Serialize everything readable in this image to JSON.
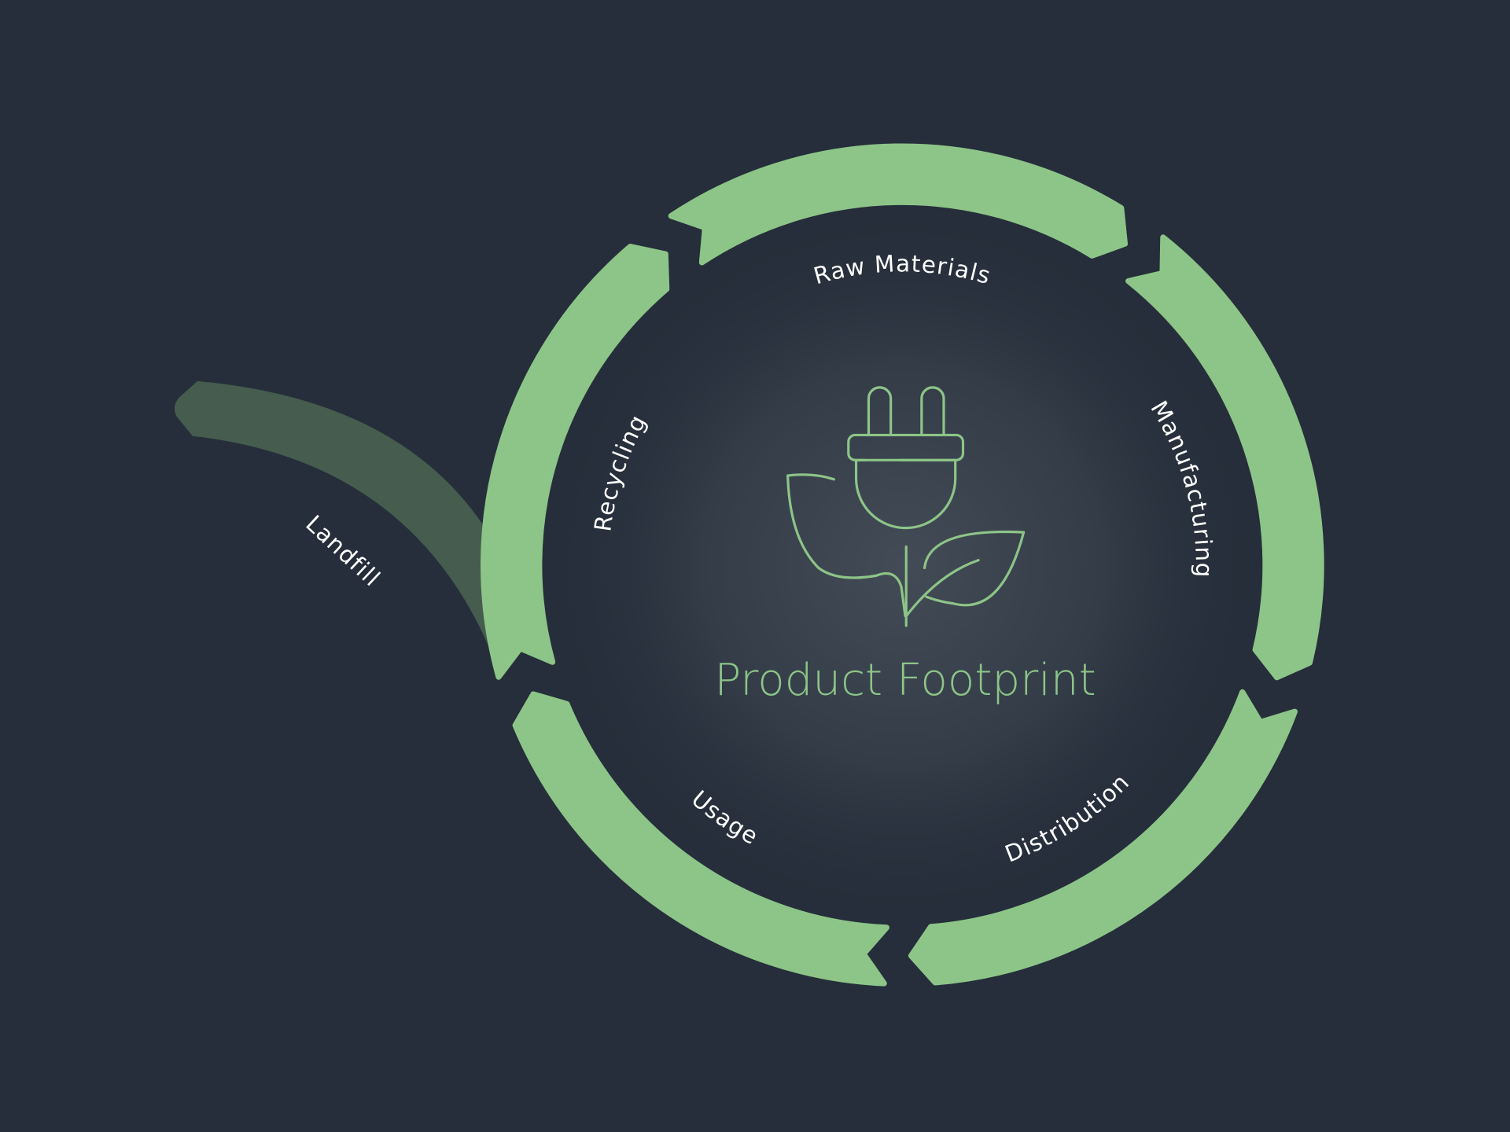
{
  "diagram": {
    "title": "Product Footprint",
    "center_icon": "plug-with-leaves-icon",
    "stages": [
      {
        "label": "Raw Materials"
      },
      {
        "label": "Manufacturing"
      },
      {
        "label": "Distribution"
      },
      {
        "label": "Usage"
      },
      {
        "label": "Recycling"
      }
    ],
    "exit_branch": {
      "label": "Landfill"
    }
  },
  "colors": {
    "background": "#252e3a",
    "ring": "#8dc588",
    "landfill": "#455c4f",
    "text": "#ffffff"
  }
}
